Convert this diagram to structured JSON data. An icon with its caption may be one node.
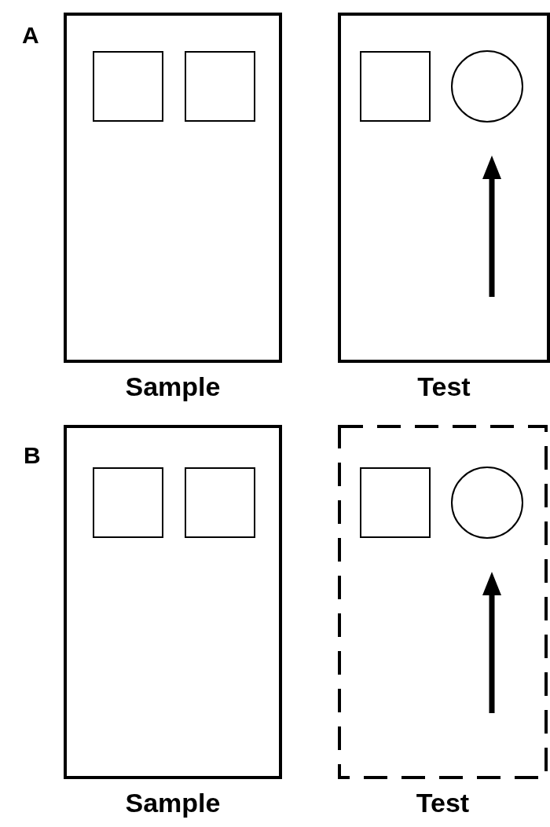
{
  "diagram": {
    "nodes": [
      {
        "text": [
          "Sample"
        ]
      },
      {
        "text": [],
        "shape": "box",
        "in": 0
      },
      {
        "text": [],
        "shape": "box",
        "in": 0
      },
      {
        "text": [
          "Test"
        ]
      },
      {
        "text": [],
        "shape": "box",
        "in": 3
      },
      {
        "text": [],
        "shape": "circle",
        "in": 3
      },
      {
        "text": [
          "Sample"
        ]
      },
      {
        "text": [],
        "shape": "box",
        "in": 6
      },
      {
        "text": [],
        "shape": "box",
        "in": 6
      },
      {
        "text": [
          "Test"
        ]
      },
      {
        "text": [],
        "shape": "box",
        "in": 9
      },
      {
        "text": [],
        "shape": "circle",
        "in": 9
      }
    ],
    "labels": [
      "A",
      "B"
    ]
  }
}
